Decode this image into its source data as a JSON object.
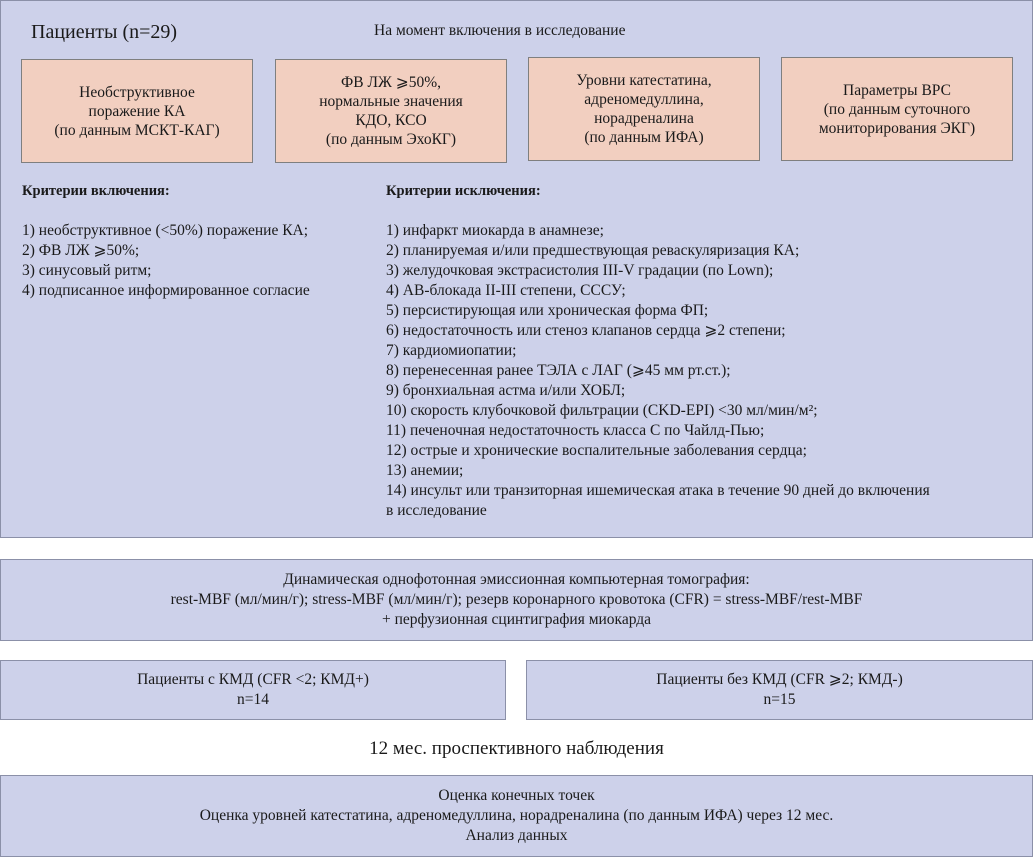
{
  "top": {
    "title": "Пациенты (n=29)",
    "subtitle": "На момент включения в исследование",
    "boxes": [
      {
        "lines": [
          "Необструктивное",
          "поражение КА",
          "(по данным МСКТ-КАГ)"
        ]
      },
      {
        "lines": [
          "ФВ ЛЖ ⩾50%,",
          "нормальные значения",
          "КДО, КСО",
          "(по данным ЭхоКГ)"
        ]
      },
      {
        "lines": [
          "Уровни катестатина,",
          "адреномедуллина,",
          "норадреналина",
          "(по данным ИФА)"
        ]
      },
      {
        "lines": [
          "Параметры ВРС",
          "(по данным суточного",
          "мониторирования ЭКГ)"
        ]
      }
    ],
    "inclusion": {
      "heading": "Критерии включения:",
      "items": [
        "1) необструктивное (<50%) поражение КА;",
        "2) ФВ ЛЖ ⩾50%;",
        "3) синусовый ритм;",
        "4) подписанное информированное согласие"
      ]
    },
    "exclusion": {
      "heading": "Критерии исключения:",
      "items": [
        "1) инфаркт миокарда в анамнезе;",
        "2) планируемая и/или предшествующая реваскуляризация КА;",
        "3) желудочковая экстрасистолия III-V градации (по Lown);",
        "4) АВ-блокада II-III степени, СССУ;",
        "5) персистирующая или хроническая форма ФП;",
        "6) недостаточность или стеноз клапанов сердца ⩾2 степени;",
        "7) кардиомиопатии;",
        "8) перенесенная ранее ТЭЛА с ЛАГ (⩾45 мм рт.ст.);",
        "9) бронхиальная астма и/или ХОБЛ;",
        "10) скорость клубочковой фильтрации (CKD-EPI) <30 мл/мин/м²;",
        "11) печеночная недостаточность класса С по Чайлд-Пью;",
        "12) острые и хронические воспалительные заболевания сердца;",
        "13) анемии;",
        "14) инсульт или транзиторная ишемическая атака в течение 90 дней до включения",
        "в исследование"
      ]
    }
  },
  "imaging": {
    "line1": "Динамическая однофотонная эмиссионная компьютерная томография:",
    "line2": "rest-MBF (мл/мин/г); stress-MBF (мл/мин/г); резерв коронарного кровотока (CFR) = stress-MBF/rest-MBF",
    "line3": "+ перфузионная сцинтиграфия миокарда"
  },
  "groups": [
    {
      "label": "Пациенты с КМД (CFR <2; КМД+)",
      "n": "n=14"
    },
    {
      "label": "Пациенты без КМД (CFR ⩾2; КМД-)",
      "n": "n=15"
    }
  ],
  "followup": "12 мес. проспективного наблюдения",
  "endpoints": {
    "line1": "Оценка конечных точек",
    "line2": "Оценка уровней катестатина, адреномедуллина, норадреналина (по данным ИФА) через 12 мес.",
    "line3": "Анализ данных"
  }
}
